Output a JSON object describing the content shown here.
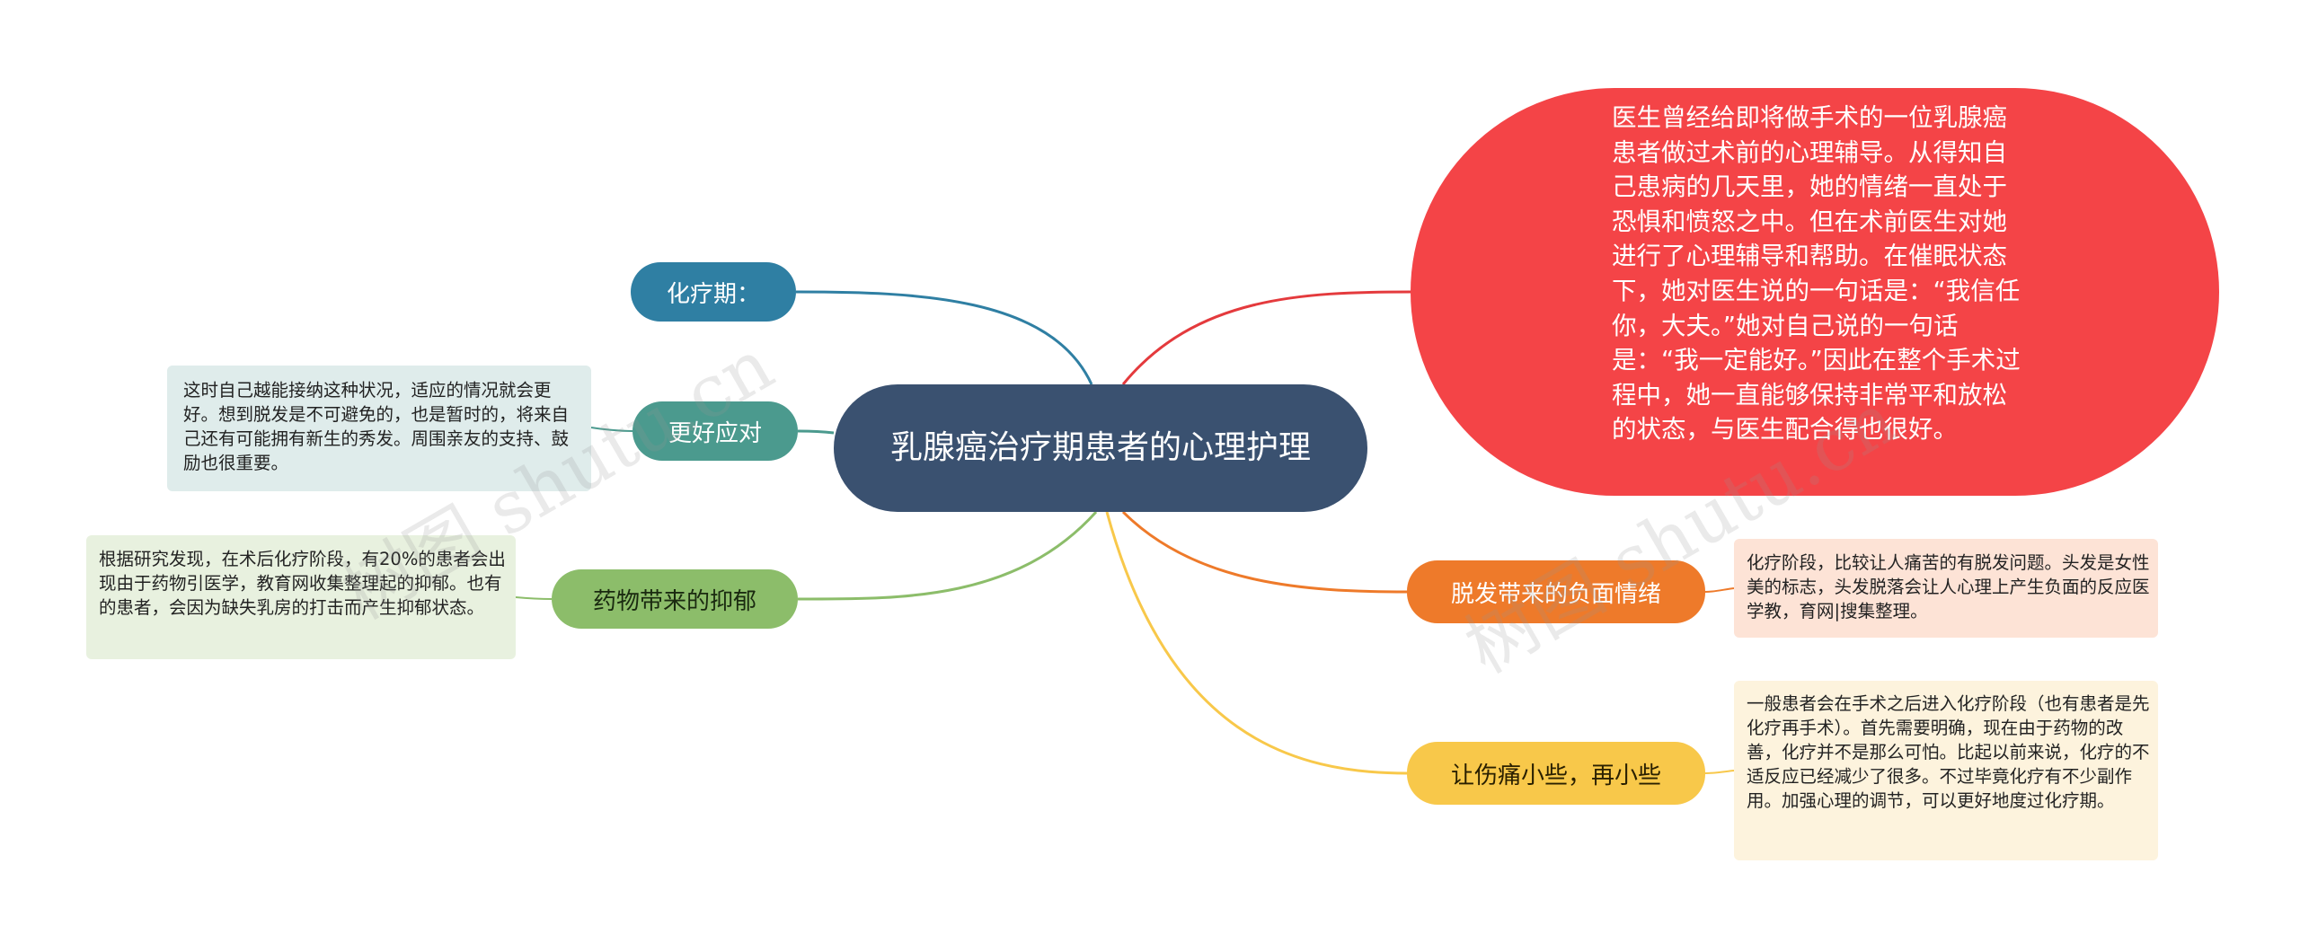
{
  "central": {
    "text": "乳腺癌治疗期患者的心理护理"
  },
  "colors": {
    "central": "#3a5170",
    "hualiao": "#2f7fa3",
    "gengyou": "#4b9a8e",
    "yaowu": "#8cbd6a",
    "tuofa": "#ee7a2a",
    "shang": "#f8c84a",
    "blob": "#f44447"
  },
  "branches": {
    "hualiao": {
      "label": "化疗期："
    },
    "gengyou": {
      "label": "更好应对",
      "note": "这时自己越能接纳这种状况，适应的情况就会更好。想到脱发是不可避免的，也是暂时的，将来自己还有可能拥有新生的秀发。周围亲友的支持、鼓励也很重要。"
    },
    "yaowu": {
      "label": "药物带来的抑郁",
      "note": "根据研究发现，在术后化疗阶段，有20%的患者会出现由于药物引医学，教育网收集整理起的抑郁。也有的患者，会因为缺失乳房的打击而产生抑郁状态。"
    },
    "blob": {
      "text": "医生曾经给即将做手术的一位乳腺癌患者做过术前的心理辅导。从得知自己患病的几天里，她的情绪一直处于恐惧和愤怒之中。但在术前医生对她进行了心理辅导和帮助。在催眠状态下，她对医生说的一句话是：“我信任你，大夫。”她对自己说的一句话是：“我一定能好。”因此在整个手术过程中，她一直能够保持非常平和放松的状态，与医生配合得也很好。"
    },
    "tuofa": {
      "label": "脱发带来的负面情绪",
      "note": "化疗阶段，比较让人痛苦的有脱发问题。头发是女性美的标志，头发脱落会让人心理上产生负面的反应医学教，育网|搜集整理。"
    },
    "shang": {
      "label": "让伤痛小些，再小些",
      "note": "一般患者会在手术之后进入化疗阶段（也有患者是先化疗再手术）。首先需要明确，现在由于药物的改善，化疗并不是那么可怕。比起以前来说，化疗的不适反应已经减少了很多。不过毕竟化疗有不少副作用。加强心理的调节，可以更好地度过化疗期。"
    }
  },
  "watermarks": [
    "树图 shutu.cn",
    "树图 shutu.cn"
  ]
}
